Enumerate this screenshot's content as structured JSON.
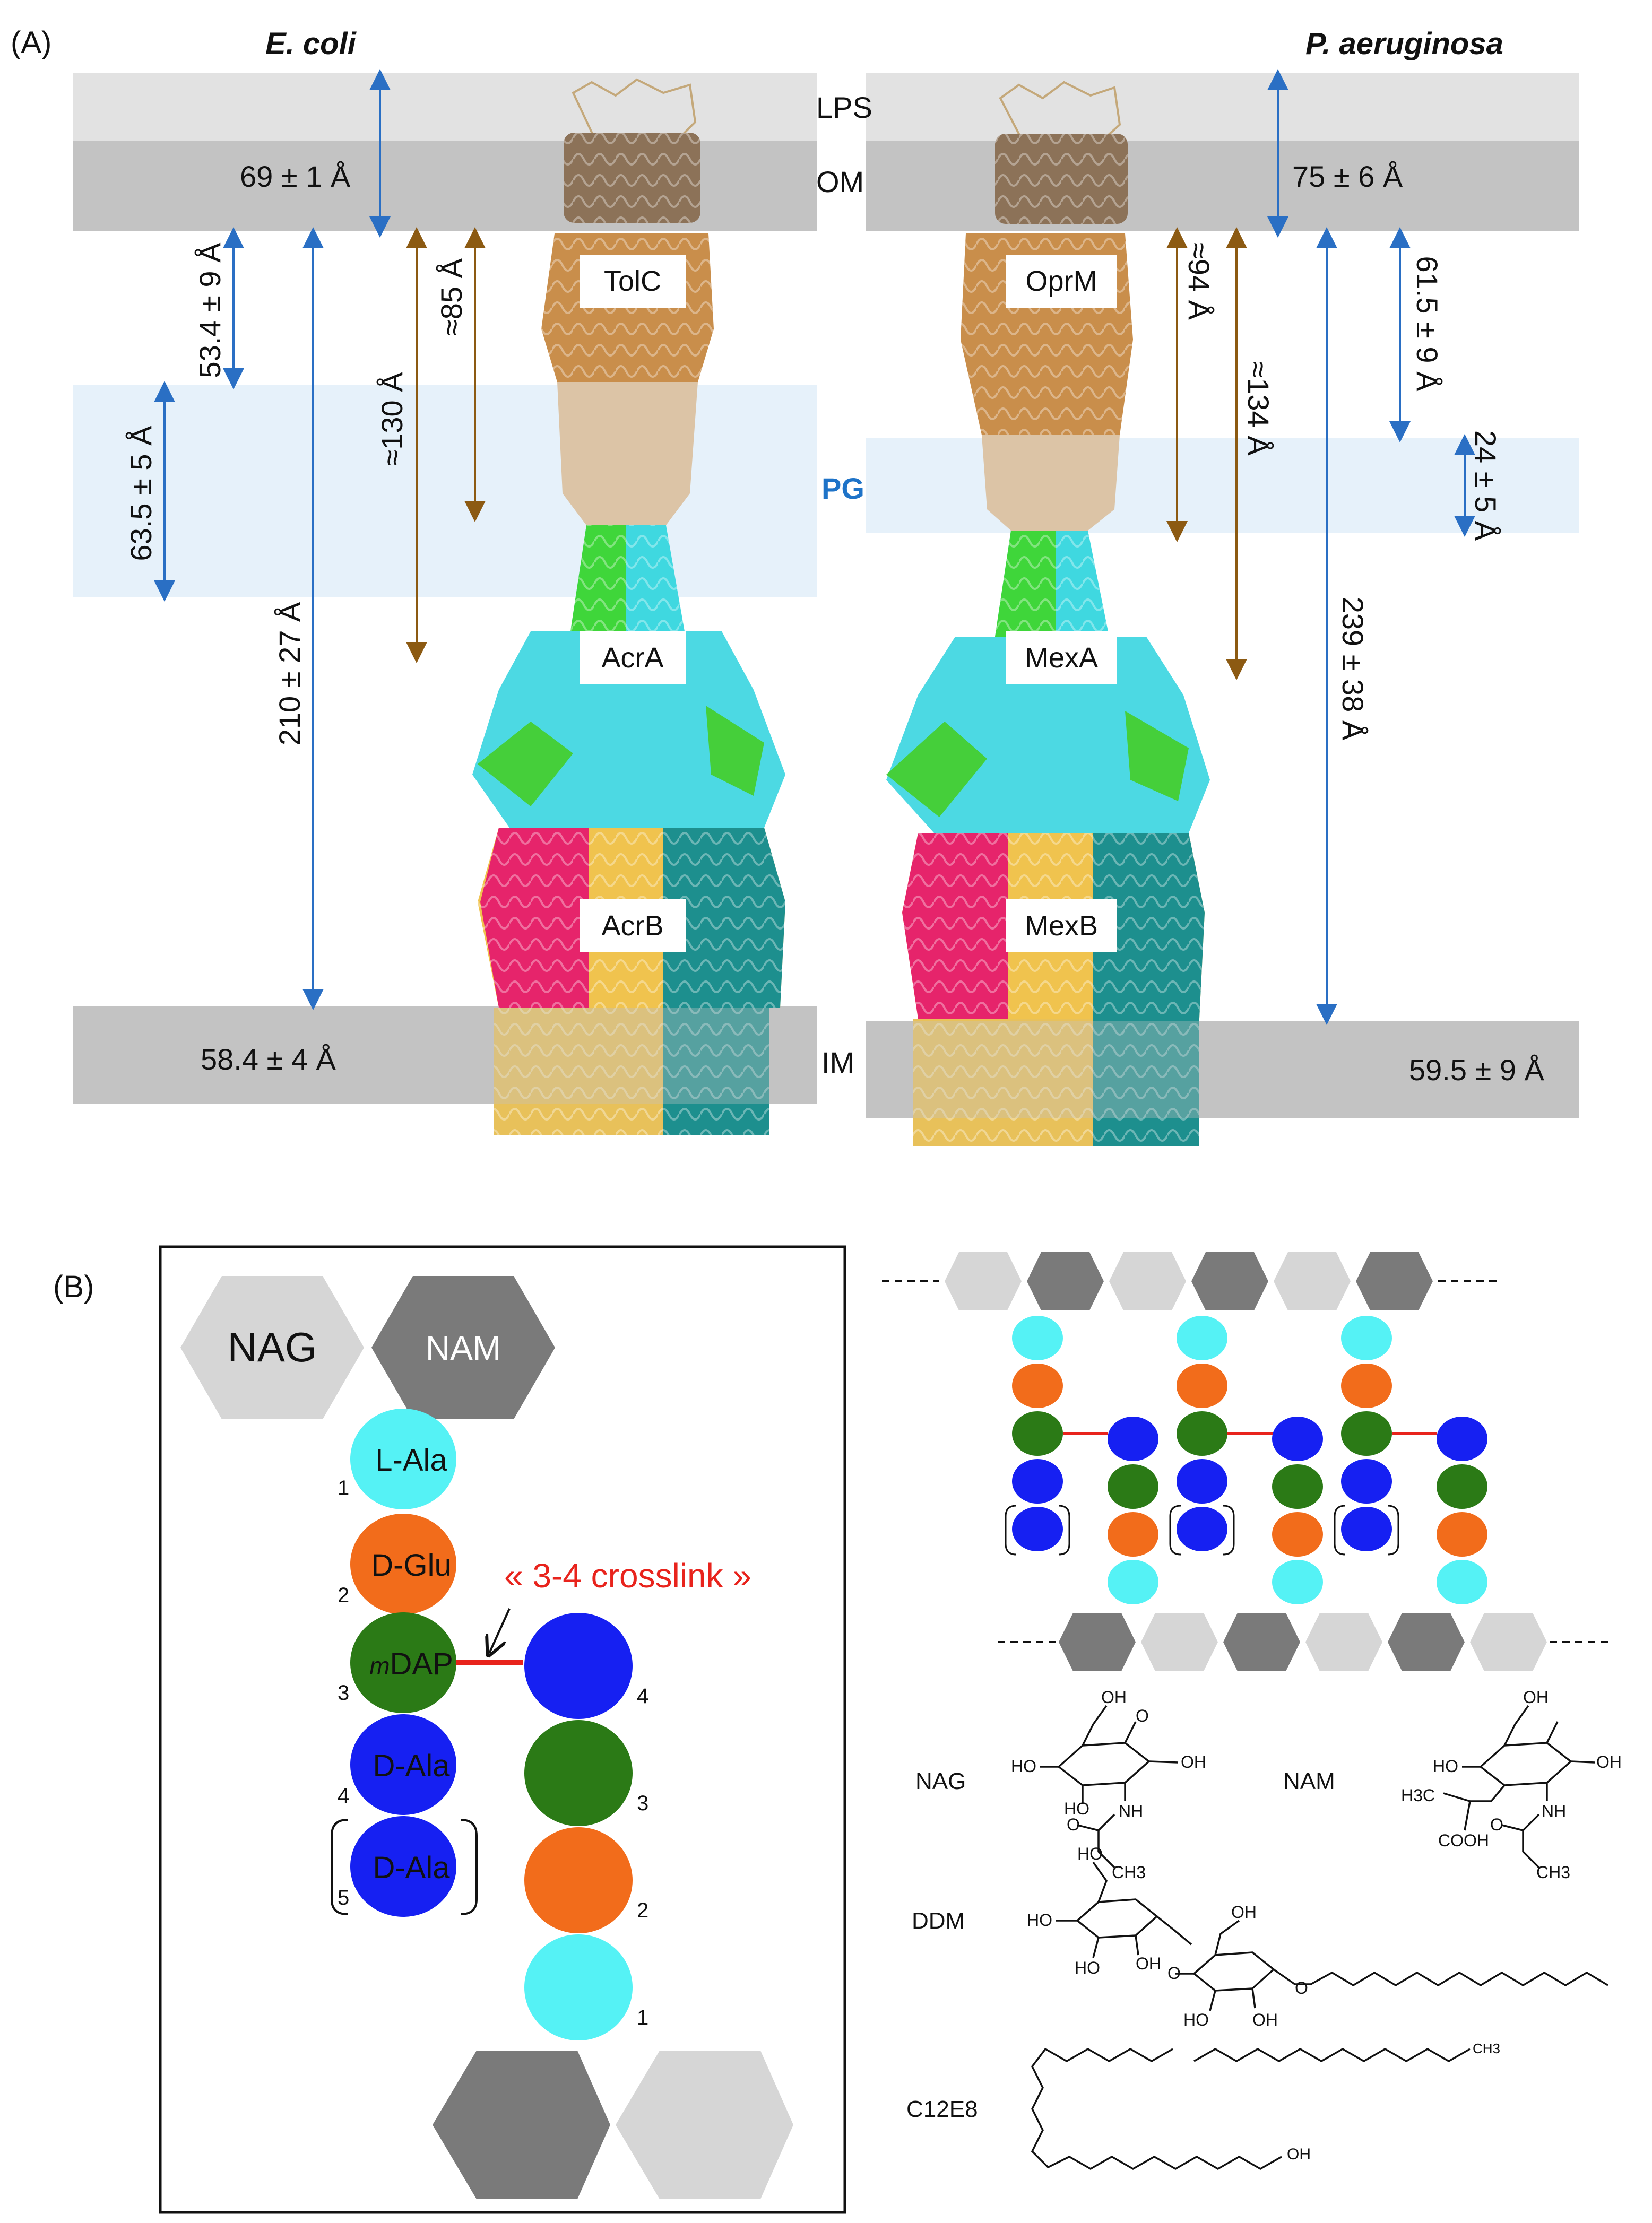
{
  "panel_a": {
    "label": "(A)",
    "left_title": "E. coli",
    "right_title": "P. aeruginosa",
    "membranes": {
      "lps": "LPS",
      "om": "OM",
      "pg": "PG",
      "im": "IM"
    },
    "left": {
      "om_thickness": "69 ± 1 Å",
      "im_thickness": "58.4 ± 4 Å",
      "om_to_pg": "53.4 ± 9 Å",
      "pg_thickness": "63.5 ± 5 Å",
      "om_to_im": "210 ± 27 Å",
      "tolc_long": "≈130 Å",
      "tolc_short": "≈85 Å",
      "proteins": [
        "TolC",
        "AcrA",
        "AcrB"
      ]
    },
    "right": {
      "om_thickness": "75 ± 6 Å",
      "im_thickness": "59.5 ± 9 Å",
      "om_to_pg": "61.5 ± 9 Å",
      "pg_thickness": "24 ± 5 Å",
      "om_to_im": "239 ± 38 Å",
      "oprm_short": "≈94 Å",
      "oprm_long": "≈134 Å",
      "proteins": [
        "OprM",
        "MexA",
        "MexB"
      ]
    }
  },
  "panel_b": {
    "label": "(B)",
    "sugars": {
      "nag": "NAG",
      "nam": "NAM"
    },
    "residues": [
      "L-Ala",
      "D-Glu",
      "mDAP",
      "D-Ala",
      "D-Ala"
    ],
    "mdap_prefix": "m",
    "mdap_rest": "DAP",
    "left_numbers": [
      "1",
      "2",
      "3",
      "4",
      "5"
    ],
    "right_numbers": [
      "4",
      "3",
      "2",
      "1"
    ],
    "crosslink": "« 3-4 crosslink »",
    "structures": {
      "nag": "NAG",
      "nam": "NAM",
      "ddm": "DDM",
      "c12e8": "C12E8",
      "atoms": {
        "oh": "OH",
        "ho": "HO",
        "nh": "NH",
        "o": "O",
        "ch3": "CH3",
        "h3c": "H3C",
        "cooh": "COOH"
      }
    }
  },
  "colors": {
    "cyan": "#55f2f5",
    "orange": "#f26c1b",
    "green": "#2b7a16",
    "blue": "#1620f2",
    "light_gray": "#d6d6d6",
    "dark_gray": "#7a7a7a",
    "pg_blue": "#1e73c8",
    "arrow_blue": "#2a6fc4",
    "arrow_brown": "#8c5a12",
    "crosslink_red": "#e8231c"
  }
}
